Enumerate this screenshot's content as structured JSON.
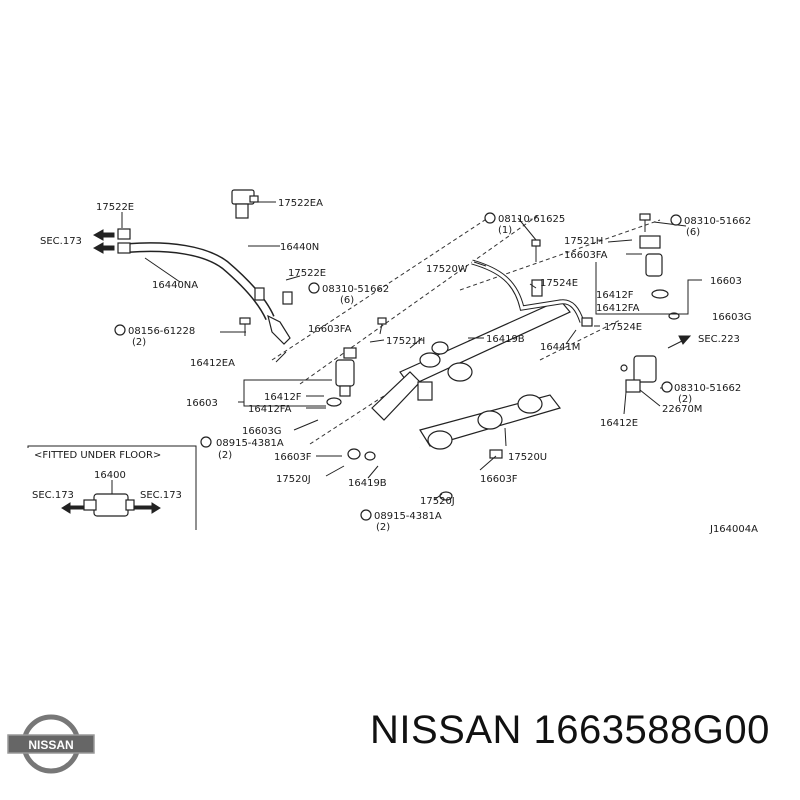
{
  "labels": {
    "p17522E": "17522E",
    "p17522EA": "17522EA",
    "sec173_top": "SEC.173",
    "p16440N": "16440N",
    "p16440NA": "16440NA",
    "p17522E_2": "17522E",
    "s08310_a": "08310-51662",
    "s08310_a_qty": "(6)",
    "b08156": "08156-61228",
    "b08156_qty": "(2)",
    "p16603FA_a": "16603FA",
    "p17521H_a": "17521H",
    "p16412EA": "16412EA",
    "p16603_a": "16603",
    "p16412F_a": "16412F",
    "p16412FA_a": "16412FA",
    "p16603G_a": "16603G",
    "w08915_a": "08915-4381A",
    "w08915_a_qty": "(2)",
    "p16603F_a": "16603F",
    "p17520J_a": "17520J",
    "p16419B_a": "16419B",
    "p17520J_b": "17520J",
    "w08915_b": "08915-4381A",
    "w08915_b_qty": "(2)",
    "p16419B_b": "16419B",
    "p17520W": "17520W",
    "b08110": "08110-61625",
    "b08110_qty": "(1)",
    "p17524E_a": "17524E",
    "p17524E_b": "17524E",
    "p16441M": "16441M",
    "p17520U": "17520U",
    "p16603F_b": "16603F",
    "s08310_b": "08310-51662",
    "s08310_b_qty": "(6)",
    "p17521H_b": "17521H",
    "p16603FA_b": "16603FA",
    "p16603_b": "16603",
    "p16412F_b": "16412F",
    "p16412FA_b": "16412FA",
    "p16603G_b": "16603G",
    "sec223": "SEC.223",
    "s08310_c": "08310-51662",
    "s08310_c_qty": "(2)",
    "p22670M": "22670M",
    "p16412E": "16412E",
    "fitted": "<FITTED UNDER FLOOR>",
    "p16400": "16400",
    "sec173_left": "SEC.173",
    "sec173_right": "SEC.173",
    "fig_code": "J164004A"
  },
  "brand": {
    "logo_text": "NISSAN",
    "title": "NISSAN 1663588G00"
  }
}
